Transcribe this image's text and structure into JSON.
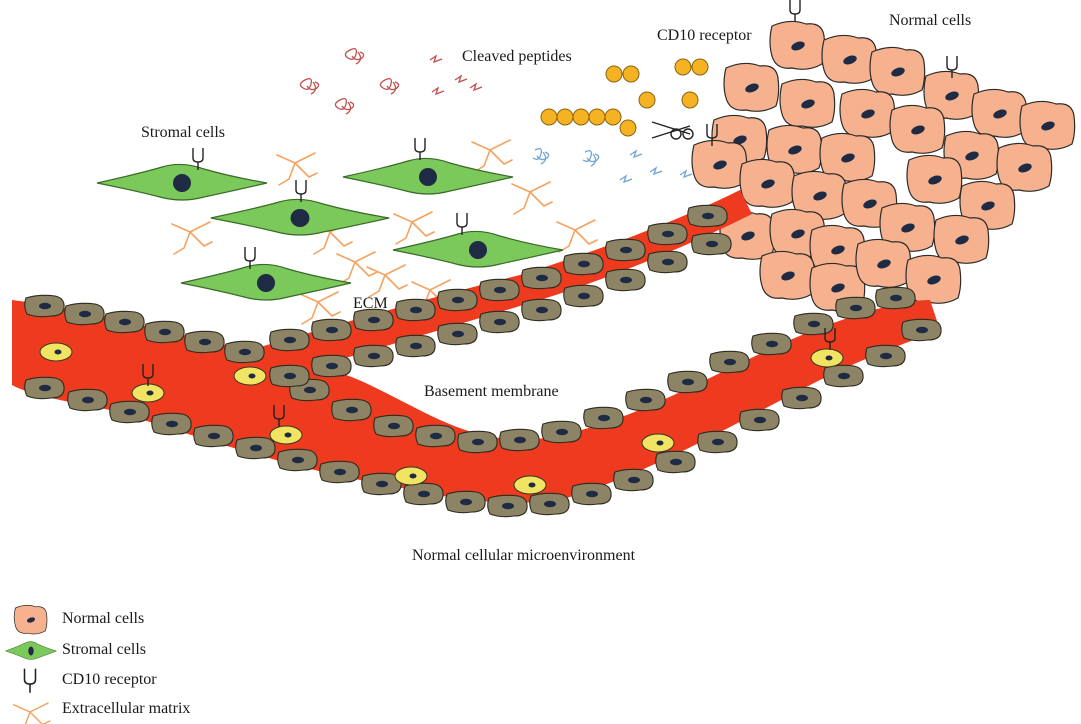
{
  "labels": {
    "cleaved_peptides": "Cleaved peptides",
    "cd10_receptor": "CD10 receptor",
    "normal_cells": "Normal cells",
    "stromal_cells": "Stromal cells",
    "ecm": "ECM",
    "basement_membrane": "Basement membrane",
    "caption": "Normal cellular microenvironment"
  },
  "legend": [
    {
      "icon": "normal-cell-icon",
      "label": "Normal cells"
    },
    {
      "icon": "stromal-cell-icon",
      "label": "Stromal cells"
    },
    {
      "icon": "cd10-receptor-icon",
      "label": "CD10 receptor"
    },
    {
      "icon": "extracellular-matrix-icon",
      "label": "Extracellular matrix"
    }
  ],
  "colors": {
    "normal_cell_fill": "#f6b28e",
    "normal_cell_nucleus": "#1f2a44",
    "stromal_fill": "#7ac95a",
    "vessel_red": "#ee3a1e",
    "endothelial_fill": "#8c8464",
    "pericyte_yellow": "#f2e463",
    "ecm_orange": "#f5a25f",
    "peptide_red": "#c0504d",
    "peptide_blue": "#6fa4d4",
    "peptide_chain_gold": "#f5b323"
  }
}
